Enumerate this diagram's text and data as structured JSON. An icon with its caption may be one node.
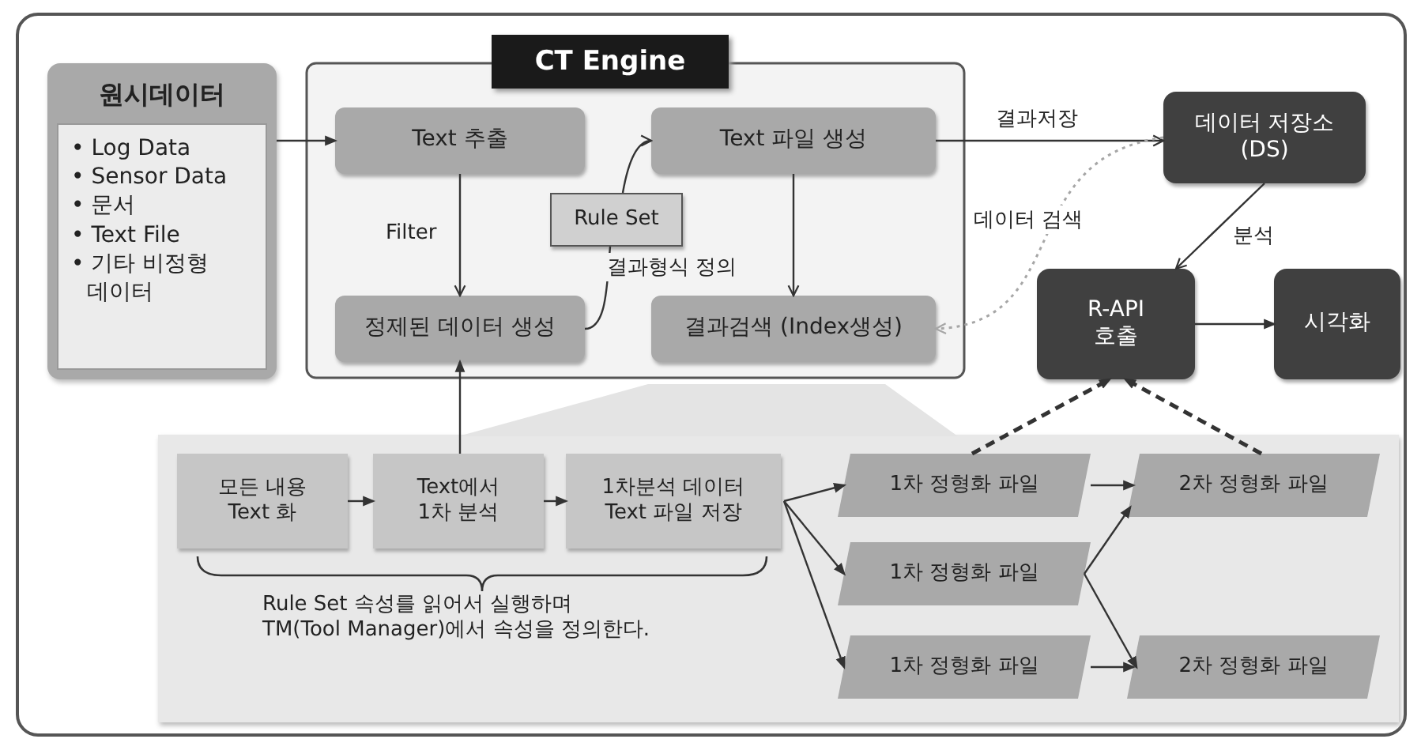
{
  "diagram": {
    "nodes": [
      {
        "text": [
          "원시데이터",
          "• Log Data",
          "• Sensor Data",
          "• 문서",
          "• Text File",
          "• 기타 비정형 데이터"
        ]
      },
      {
        "text": [
          "CT Engine"
        ]
      },
      {
        "text": [
          "Text 추출"
        ],
        "in": 1
      },
      {
        "text": [
          "Text 파일 생성"
        ],
        "in": 1
      },
      {
        "text": [
          "Rule Set"
        ],
        "in": 1
      },
      {
        "text": [
          "정제된 데이터 생성"
        ],
        "in": 1
      },
      {
        "text": [
          "결과검색 (Index생성)"
        ],
        "in": 1
      },
      {
        "text": [
          "데이터 저장소 (DS)"
        ]
      },
      {
        "text": [
          "R-API 호출"
        ]
      },
      {
        "text": [
          "시각화"
        ]
      },
      {
        "text": [
          "Rule Set 속성를 읽어서 실행하며 TM(Tool Manager)에서 속성을 정의한다."
        ]
      },
      {
        "text": [
          "모든 내용 Text 화"
        ],
        "in": 10
      },
      {
        "text": [
          "Text에서 1차 분석"
        ],
        "in": 10
      },
      {
        "text": [
          "1차분석 데이터 Text 파일 저장"
        ],
        "in": 10
      },
      {
        "text": [
          "1차 정형화 파일"
        ],
        "in": 10
      },
      {
        "text": [
          "1차 정형화 파일"
        ],
        "in": 10
      },
      {
        "text": [
          "1차 정형화 파일"
        ],
        "in": 10
      },
      {
        "text": [
          "2차 정형화 파일"
        ],
        "in": 10
      },
      {
        "text": [
          "2차 정형화 파일"
        ],
        "in": 10
      },
      {
        "text": [],
        "shape": "trapezoid"
      }
    ],
    "edges": [
      {
        "from": 0,
        "to": 2,
        "arrow": "to"
      },
      {
        "from": 2,
        "to": 5,
        "arrow": "to",
        "label": "Filter"
      },
      {
        "from": 5,
        "to": 4,
        "arrow": "none",
        "label": "결과형식 정의"
      },
      {
        "from": 4,
        "to": 3,
        "arrow": "to"
      },
      {
        "from": 3,
        "to": 6,
        "arrow": "to"
      },
      {
        "from": 3,
        "to": 7,
        "arrow": "to",
        "label": "결과저장"
      },
      {
        "from": 7,
        "to": 6,
        "arrow": "to",
        "label": "데이터 검색",
        "style": "dashed",
        "color": "#a6a6a6"
      },
      {
        "from": 7,
        "to": 8,
        "arrow": "to",
        "label": "분석"
      },
      {
        "from": 8,
        "to": 9,
        "arrow": "to"
      },
      {
        "from": 12,
        "to": 5,
        "arrow": "to"
      },
      {
        "from": 11,
        "to": 12,
        "arrow": "to"
      },
      {
        "from": 12,
        "to": 13,
        "arrow": "to"
      },
      {
        "from": 13,
        "to": 14,
        "arrow": "to"
      },
      {
        "from": 13,
        "to": 15,
        "arrow": "to"
      },
      {
        "from": 13,
        "to": 16,
        "arrow": "to"
      },
      {
        "from": 14,
        "to": 17,
        "arrow": "to"
      },
      {
        "from": 15,
        "to": 17,
        "arrow": "to"
      },
      {
        "from": 15,
        "to": 18,
        "arrow": "to"
      },
      {
        "from": 16,
        "to": 18,
        "arrow": "to"
      },
      {
        "from": 14,
        "to": 8,
        "arrow": "to",
        "style": "dashed"
      },
      {
        "from": 17,
        "to": 8,
        "arrow": "to",
        "style": "dashed"
      }
    ]
  }
}
